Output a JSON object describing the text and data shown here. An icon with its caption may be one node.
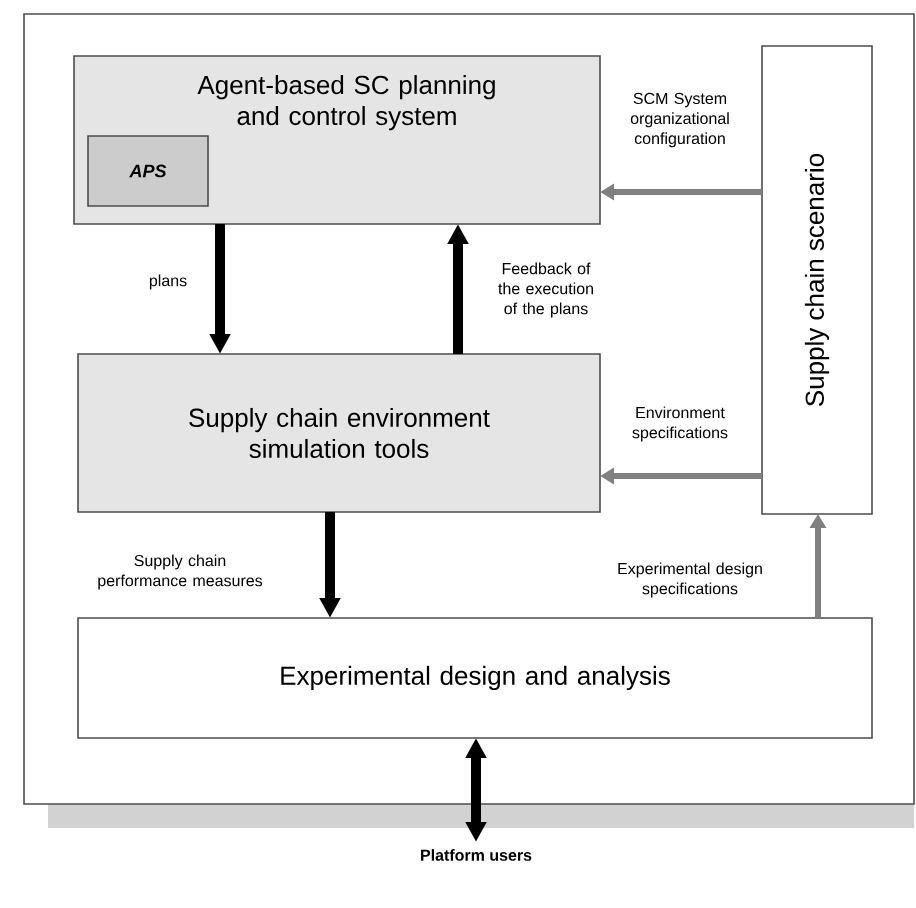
{
  "diagram": {
    "nodes": [
      {
        "text": [],
        "shape": "box"
      },
      {
        "text": [
          "Agent-based SC planning and control system"
        ],
        "in": 0
      },
      {
        "text": [
          "APS"
        ],
        "in": 1
      },
      {
        "text": [
          "Supply chain environment simulation tools"
        ],
        "in": 0
      },
      {
        "text": [
          "Supply chain scenario"
        ],
        "in": 0
      },
      {
        "text": [
          "Experimental design and analysis"
        ],
        "in": 0
      },
      {
        "text": [
          "Platform users"
        ]
      }
    ],
    "edges": [
      {
        "from": 1,
        "to": 3,
        "arrow": "to",
        "label": "plans"
      },
      {
        "from": 3,
        "to": 1,
        "arrow": "to",
        "label": "Feedback of the execution of the plans"
      },
      {
        "from": 4,
        "to": 1,
        "arrow": "to",
        "label": "SCM System organizational configuration",
        "color": "#808080"
      },
      {
        "from": 4,
        "to": 3,
        "arrow": "to",
        "label": "Environment specifications",
        "color": "#808080"
      },
      {
        "from": 3,
        "to": 5,
        "arrow": "to",
        "label": "Supply chain performance measures"
      },
      {
        "from": 5,
        "to": 4,
        "arrow": "to",
        "label": "Experimental design specifications",
        "color": "#808080"
      },
      {
        "from": 5,
        "to": 6,
        "arrow": "both"
      }
    ]
  }
}
